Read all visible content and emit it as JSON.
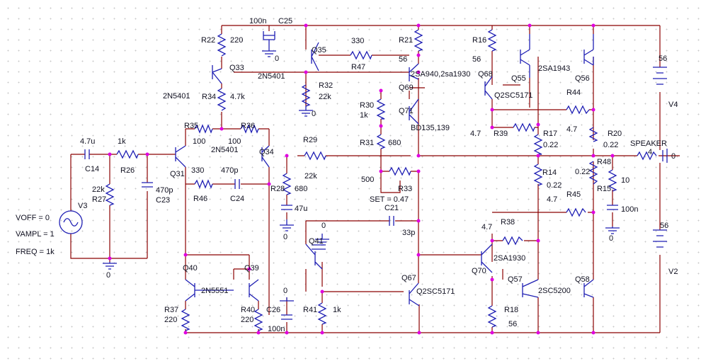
{
  "labels": {
    "c25_val": "100n",
    "c25": "C25",
    "r22": "R22",
    "r22_val": "220",
    "q33": "Q33",
    "q33_type": "2N5401",
    "r34": "R34",
    "r34_val": "4.7k",
    "q31_type": "2N5401",
    "q35": "Q35",
    "r32": "R32",
    "r32_val": "22k",
    "gnd_top": "0",
    "gnd_r32": "0",
    "r47_val": "330",
    "r47": "R47",
    "r21": "R21",
    "r21_val": "56",
    "q69_type": "2SA940,2sa1930",
    "q69": "Q69",
    "r16": "R16",
    "r16_val": "56",
    "q68": "Q68",
    "q55": "Q55",
    "q56": "Q56",
    "q55_type": "2SA1943",
    "q68_type": "Q2SC5171",
    "r44": "R44",
    "r44_val": "4.7",
    "v4_val": "56",
    "v4": "V4",
    "r30": "R30",
    "r30_val": "1k",
    "q71": "Q71",
    "q71_type": "BD135,139",
    "r31": "R31",
    "r31_val": "680",
    "r33_val": "500",
    "r33": "R33",
    "set": "SET = 0.47",
    "r39_val": "4.7",
    "r39": "R39",
    "r17": "R17",
    "r17_val": "0.22",
    "r20": "R20",
    "r20_val": "0.22",
    "speaker": "SPEAKER",
    "speaker_val": "4",
    "gnd_spk": "0",
    "r35": "R35",
    "r36": "R36",
    "r35_val": "100",
    "r36_val": "100",
    "q34_type": "2N5401",
    "q34": "Q34",
    "r29": "R29",
    "r29_val": "22k",
    "c14_val": "4.7u",
    "c14": "C14",
    "r26_val": "1k",
    "r26": "R26",
    "q31": "Q31",
    "r46_val": "330",
    "r46": "R46",
    "c24_val": "470p",
    "c24": "C24",
    "r27_val": "22k",
    "r27": "R27",
    "c23_val": "470p",
    "c23": "C23",
    "r28": "R28",
    "r28_val": "680",
    "c_47u": "47u",
    "gnd_r28": "0",
    "r14": "R14",
    "r14_val": "0.22",
    "r48": "R48",
    "r48_val": "0.22",
    "r15": "R15",
    "r15_val": "10",
    "r45": "R45",
    "r45_val": "4.7",
    "c_100n_sp": "100n",
    "gnd_sp": "0",
    "voff": "VOFF = 0",
    "vampl": "VAMPL = 1",
    "freq": "FREQ = 1k",
    "v3": "V3",
    "c21": "C21",
    "c21_val": "33p",
    "gnd_q41": "0",
    "q41": "Q41",
    "r38_val": "4.7",
    "r38": "R38",
    "v2_val": "56",
    "v2": "V2",
    "gnd_in": "0",
    "q40": "Q40",
    "q39": "Q39",
    "q40_type": "2N5551",
    "q70_type": "2SA1930",
    "q70": "Q70",
    "q57": "Q57",
    "q58": "Q58",
    "q57_type": "2SC5200",
    "q67": "Q67",
    "q67_type": "Q2SC5171",
    "r37": "R37",
    "r37_val": "220",
    "r40": "R40",
    "r40_val": "220",
    "c26": "C26",
    "c26_val": "100n",
    "gnd_c26": "0",
    "r41": "R41",
    "r41_val": "1k",
    "r18": "R18",
    "r18_val": "56"
  }
}
